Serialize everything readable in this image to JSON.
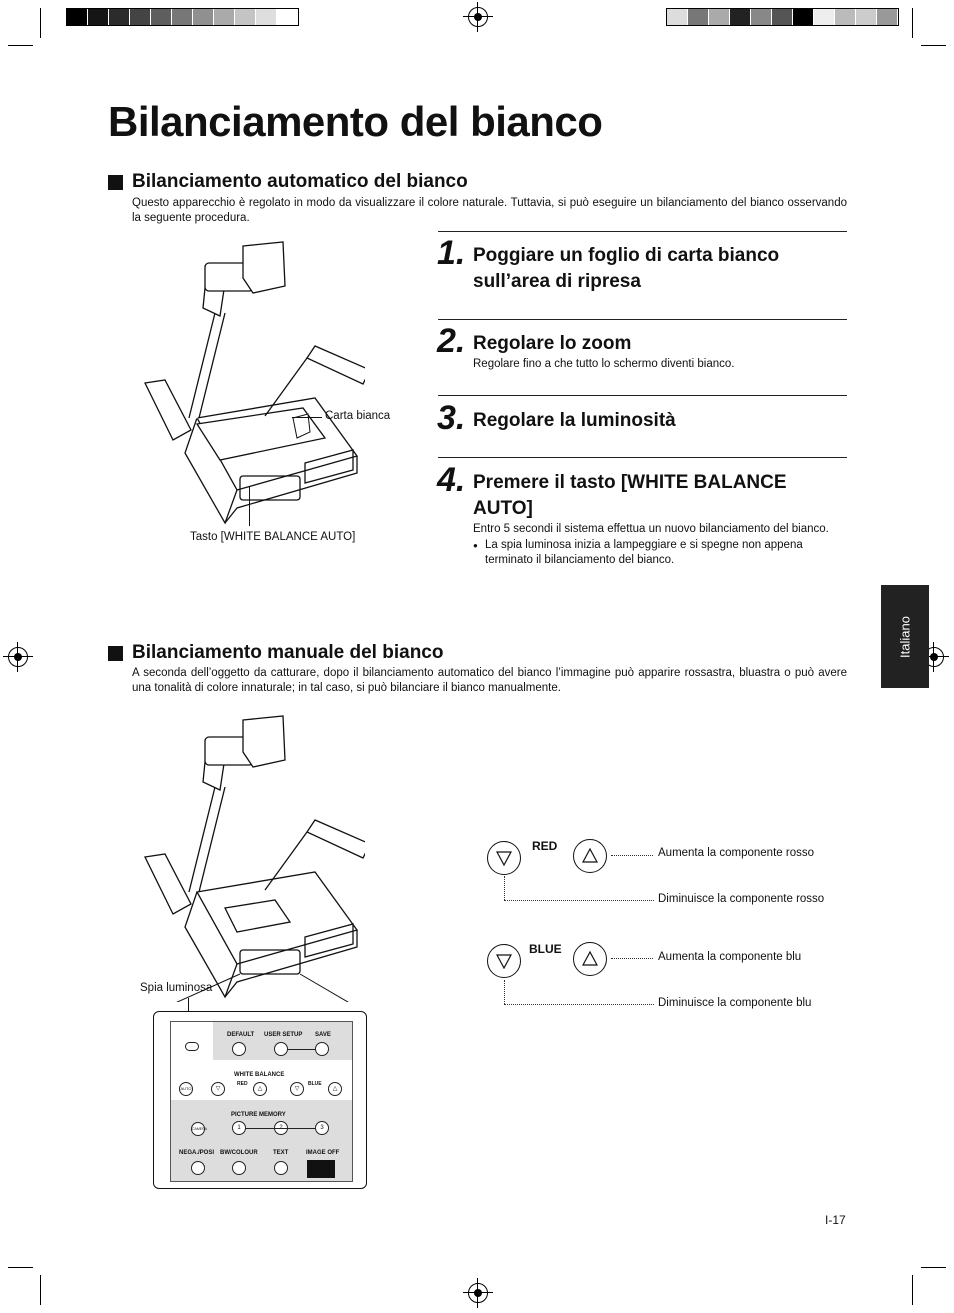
{
  "page": {
    "title": "Bilanciamento del bianco",
    "side_tab": "Italiano",
    "page_number": "I-17"
  },
  "auto": {
    "heading": "Bilanciamento automatico del bianco",
    "intro": "Questo apparecchio è regolato in modo da visualizzare il colore naturale. Tuttavia, si può eseguire un bilanciamento del bianco osservando la seguente procedura.",
    "figure_labels": {
      "paper": "Carta bianca",
      "button": "Tasto [WHITE BALANCE AUTO]"
    },
    "steps": [
      {
        "num": "1.",
        "title": "Poggiare un foglio di carta bianco sull’area di ripresa",
        "desc": ""
      },
      {
        "num": "2.",
        "title": "Regolare lo zoom",
        "desc": "Regolare fino a che tutto lo schermo diventi bianco."
      },
      {
        "num": "3.",
        "title": "Regolare la luminosità",
        "desc": ""
      },
      {
        "num": "4.",
        "title": "Premere il tasto [WHITE BALANCE AUTO]",
        "desc": "Entro 5 secondi il sistema effettua un nuovo bilanciamento del bianco.",
        "bullet": "La spia luminosa inizia a lampeggiare e si spegne non appena terminato il bilanciamento del bianco."
      }
    ]
  },
  "manual": {
    "heading": "Bilanciamento manuale del bianco",
    "intro": "A seconda dell’oggetto da catturare, dopo il bilanciamento automatico del bianco l’immagine può apparire rossastra, bluastra o può avere una tonalità di colore innaturale; in tal caso, si può bilanciare il bianco manualmente.",
    "figure_labels": {
      "lamp": "Spia luminosa"
    },
    "red": {
      "label": "RED",
      "up": "Aumenta la componente rosso",
      "down": "Diminuisce la componente rosso"
    },
    "blue": {
      "label": "BLUE",
      "up": "Aumenta la componente blu",
      "down": "Diminuisce la componente blu"
    },
    "panel": {
      "default": "DEFAULT",
      "user_setup": "USER  SETUP",
      "save": "SAVE",
      "white_balance": "WHITE  BALANCE",
      "red": "RED",
      "blue": "BLUE",
      "auto": "AUTO",
      "picture_memory": "PICTURE  MEMORY",
      "camera": "CAMERA",
      "mem1": "1",
      "mem2": "2",
      "mem3": "3",
      "nega_posi": "NEGA./POSI",
      "bw_colour": "BW/COLOUR",
      "text": "TEXT",
      "image_off": "IMAGE  OFF"
    }
  },
  "colors": {
    "ink": "#111111",
    "tab": "#222222"
  }
}
